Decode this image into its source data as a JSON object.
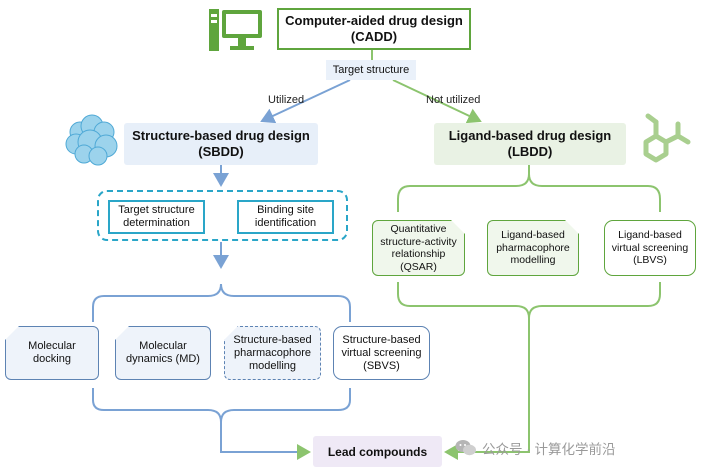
{
  "root": {
    "title": "Computer-aided drug design",
    "abbr": "(CADD)"
  },
  "target_structure": "Target structure",
  "edges": {
    "utilized": "Utilized",
    "not_utilized": "Not utilized"
  },
  "sbdd": {
    "title": "Structure-based drug design",
    "abbr": "(SBDD)",
    "prep_steps": [
      "Target structure determination",
      "Binding site identification"
    ],
    "methods": [
      {
        "lines": [
          "Molecular",
          "docking"
        ]
      },
      {
        "lines": [
          "Molecular",
          "dynamics (MD)"
        ]
      },
      {
        "lines": [
          "Structure-based",
          "pharmacophore",
          "modelling"
        ]
      },
      {
        "lines": [
          "Structure-based",
          "virtual screening",
          "(SBVS)"
        ]
      }
    ]
  },
  "lbdd": {
    "title": "Ligand-based drug design",
    "abbr": "(LBDD)",
    "methods": [
      {
        "lines": [
          "Quantitative",
          "structure-activity",
          "relationship",
          "(QSAR)"
        ]
      },
      {
        "lines": [
          "Ligand-based",
          "pharmacophore",
          "modelling"
        ]
      },
      {
        "lines": [
          "Ligand-based",
          "virtual screening",
          "(LBVS)"
        ]
      }
    ]
  },
  "lead": "Lead compounds",
  "watermark": "公众号 · 计算化学前沿",
  "icons": {
    "root": "computer-icon",
    "sbdd": "protein-icon",
    "lbdd": "molecule-icon",
    "watermark": "wechat-icon"
  },
  "colors": {
    "green": "#5fa53d",
    "blue": "#5d83b3",
    "cyan": "#2aa6c8",
    "connector_blue": "#7aa2d4",
    "connector_green": "#8cc46e"
  }
}
